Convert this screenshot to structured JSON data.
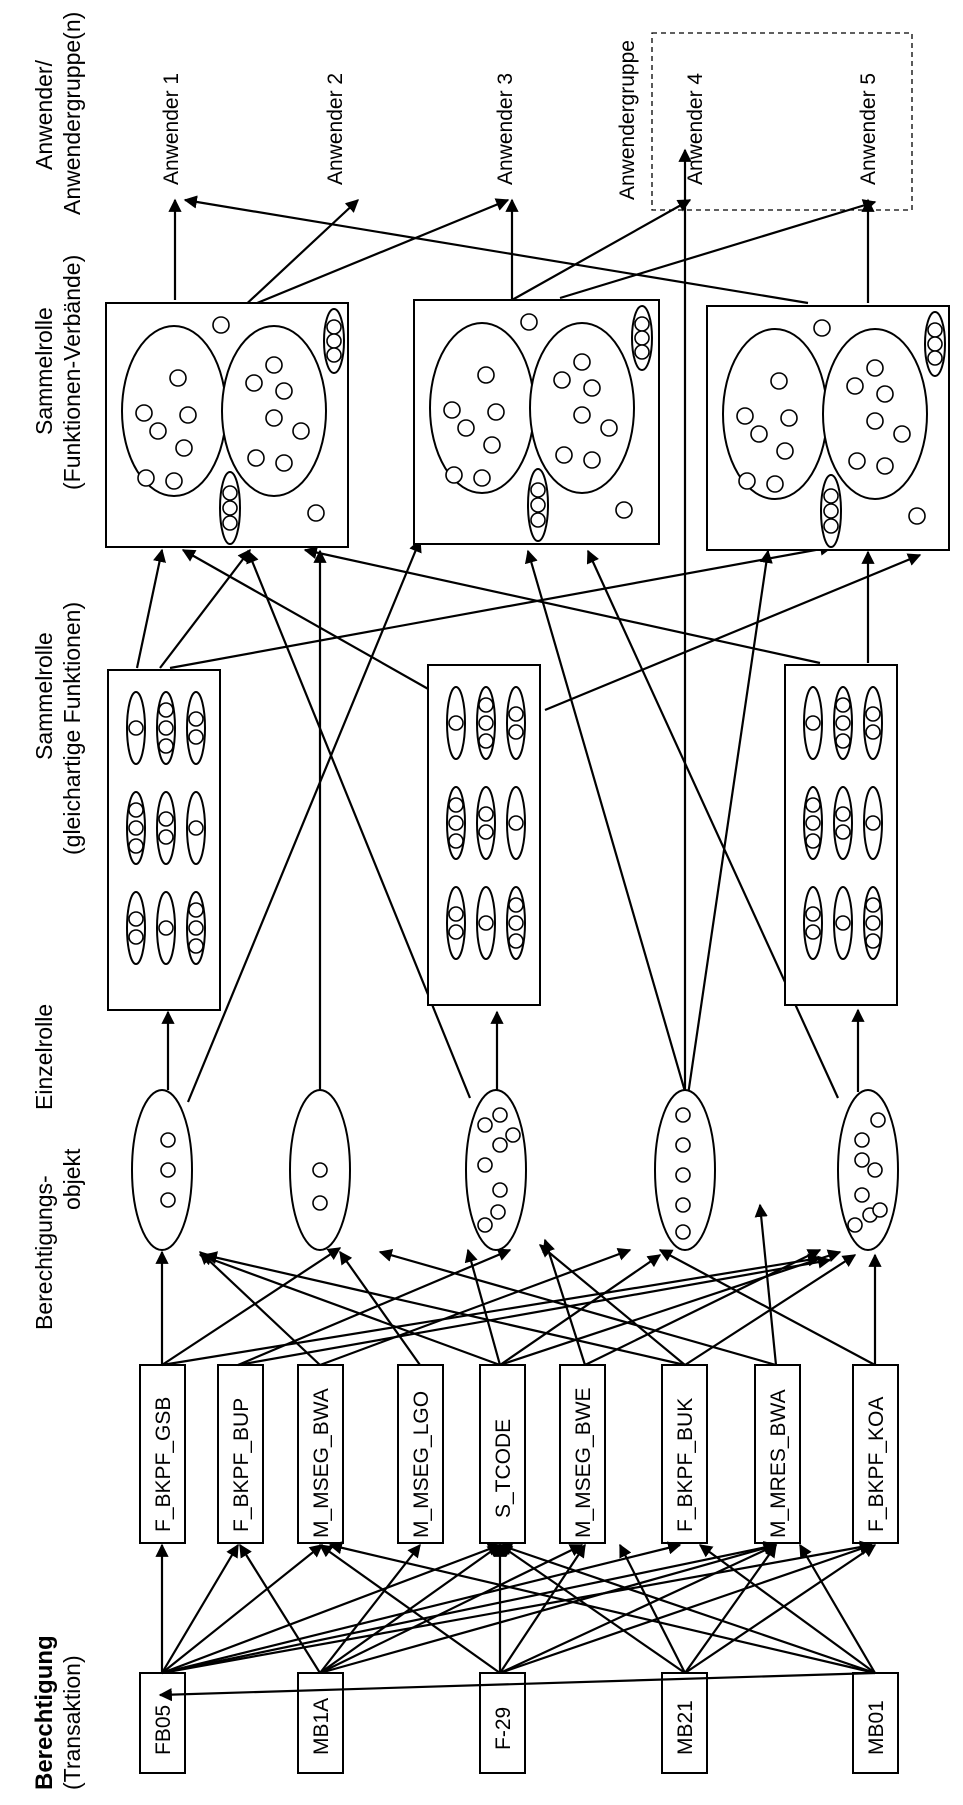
{
  "headers": {
    "berechtigung_bold": "Berechtigung",
    "berechtigung_sub": "(Transaktion)",
    "objekt_line1": "Berechtigungs-",
    "objekt_line2": "objekt",
    "einzelrolle": "Einzelrolle",
    "sammel1_line1": "Sammelrolle",
    "sammel1_line2": "(gleichartige Funktionen)",
    "sammel2_line1": "Sammelrolle",
    "sammel2_line2": "(Funktionen-Verbände)",
    "anwender_line1": "Anwender/",
    "anwender_line2": "Anwendergruppe(n)"
  },
  "transactions": [
    "FB05",
    "MB1A",
    "F-29",
    "MB21",
    "MB01"
  ],
  "objects": [
    "F_BKPF_GSB",
    "F_BKPF_BUP",
    "M_MSEG_BWA",
    "M_MSEG_LGO",
    "S_TCODE",
    "M_MSEG_BWE",
    "F_BKPF_BUK",
    "M_MRES_BWA",
    "F_BKPF_KOA"
  ],
  "users": [
    "Anwender 1",
    "Anwender 2",
    "Anwender 3",
    "Anwender 4",
    "Anwender 5"
  ],
  "user_group_label": "Anwendergruppe",
  "colors": {
    "line": "#000000",
    "background": "#ffffff"
  }
}
